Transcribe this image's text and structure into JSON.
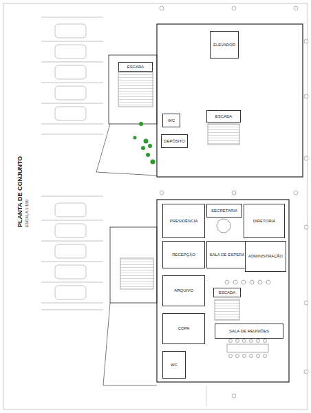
{
  "diagram": {
    "nodes": [
      {
        "text": [
          "ELEVADOR"
        ]
      },
      {
        "text": [
          "ESCADA"
        ]
      },
      {
        "text": [
          "ESCADA"
        ]
      },
      {
        "text": [
          "WC"
        ]
      },
      {
        "text": [
          "DEPÓSITO"
        ]
      },
      {
        "text": [
          "PRESIDÊNCIA"
        ]
      },
      {
        "text": [
          "SECRETARIA"
        ]
      },
      {
        "text": [
          "DIRETORIA"
        ]
      },
      {
        "text": [
          "RECEPÇÃO"
        ]
      },
      {
        "text": [
          "SALA DE ESPERA"
        ]
      },
      {
        "text": [
          "ADMINISTRAÇÃO"
        ]
      },
      {
        "text": [
          "ARQUIVO"
        ]
      },
      {
        "text": [
          "ESCADA"
        ]
      },
      {
        "text": [
          "COPA"
        ]
      },
      {
        "text": [
          "WC"
        ]
      },
      {
        "text": [
          "SALA DE REUNIÕES"
        ]
      }
    ],
    "labels": [
      "PLANTA DE CONJUNTO",
      "ESCALA 1:100"
    ]
  }
}
